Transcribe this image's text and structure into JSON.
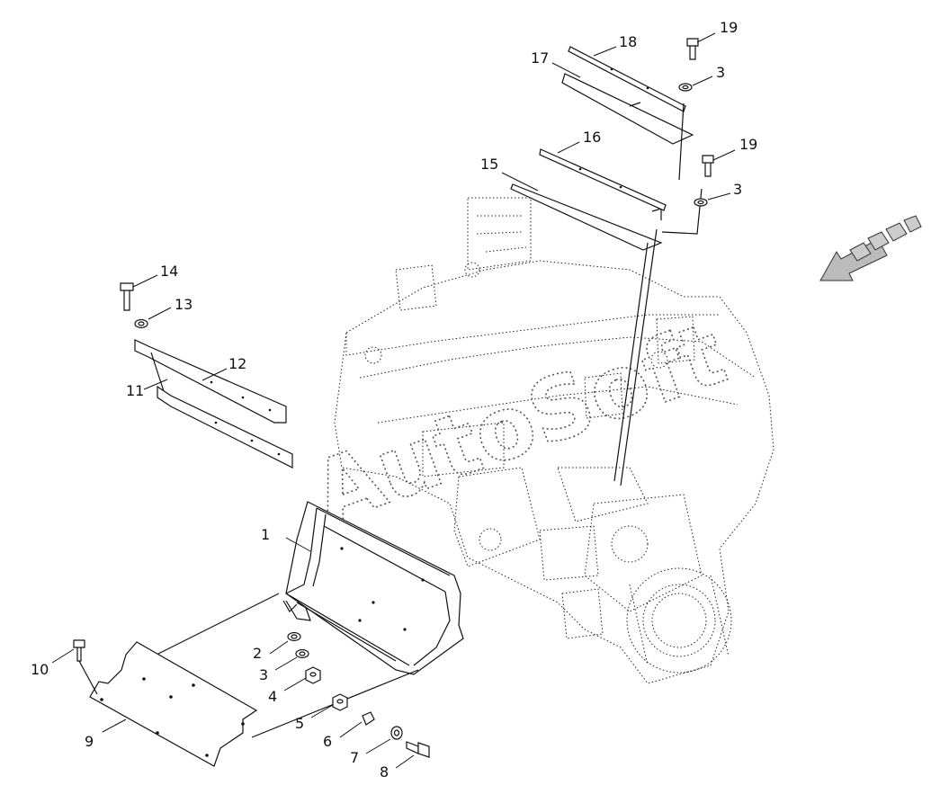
{
  "watermark": "AutoSoft",
  "callouts": {
    "c1": "1",
    "c2": "2",
    "c3a": "3",
    "c4": "4",
    "c5": "5",
    "c6": "6",
    "c7": "7",
    "c8": "8",
    "c9": "9",
    "c10": "10",
    "c11": "11",
    "c12": "12",
    "c13": "13",
    "c14": "14",
    "c15": "15",
    "c16": "16",
    "c17": "17",
    "c18": "18",
    "c19a": "19",
    "c3b": "3",
    "c19b": "19",
    "c3c": "3"
  },
  "icons": {
    "direction_arrow": "front-direction-arrow-icon"
  },
  "colors": {
    "ink": "#111111",
    "background": "#ffffff"
  }
}
